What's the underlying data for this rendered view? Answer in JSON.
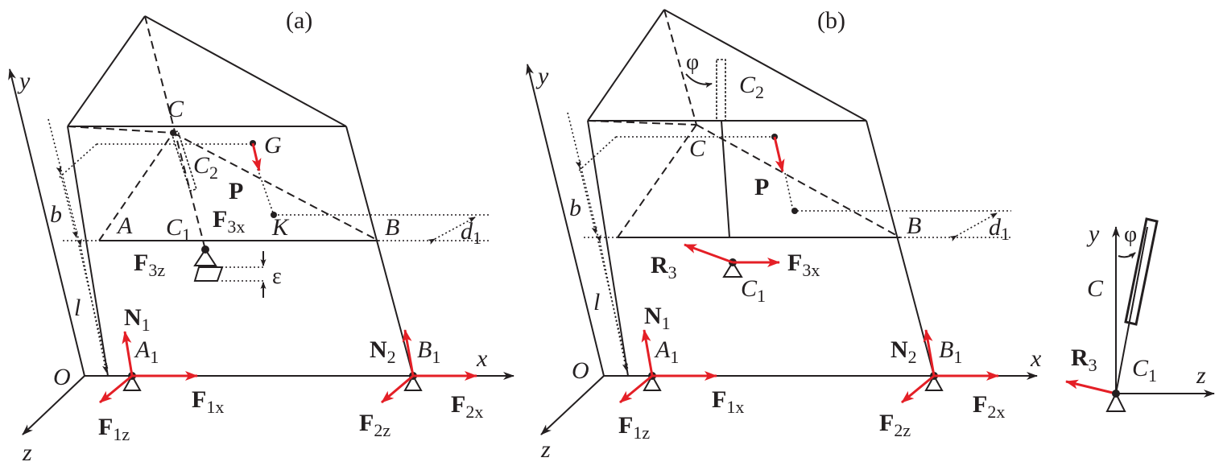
{
  "colors": {
    "force": "#e41f26",
    "ink": "#231f20",
    "background": "#ffffff"
  },
  "panel_a": {
    "label": "(a)",
    "axes": {
      "x": "x",
      "y": "y",
      "z": "z",
      "origin": "O"
    },
    "points": {
      "C": "C",
      "C2": "C",
      "C2_sub": "2",
      "G": "G",
      "A": "A",
      "C1": "C",
      "C1_sub": "1",
      "K": "K",
      "B": "B",
      "A1": "A",
      "A1_sub": "1",
      "B1": "B",
      "B1_sub": "1"
    },
    "dims": {
      "b": "b",
      "l": "l",
      "d1": "d",
      "d1_sub": "1",
      "eps": "ε"
    },
    "forces": {
      "P": "P",
      "F3x": "F",
      "F3x_sub": "3x",
      "F3z": "F",
      "F3z_sub": "3z",
      "N1": "N",
      "N1_sub": "1",
      "N2": "N",
      "N2_sub": "2",
      "F1x": "F",
      "F1x_sub": "1x",
      "F1z": "F",
      "F1z_sub": "1z",
      "F2x": "F",
      "F2x_sub": "2x",
      "F2z": "F",
      "F2z_sub": "2z"
    }
  },
  "panel_b": {
    "label": "(b)",
    "axes": {
      "x": "x",
      "y": "y",
      "z": "z",
      "origin": "O"
    },
    "points": {
      "phi": "φ",
      "C2": "C",
      "C2_sub": "2",
      "C": "C",
      "B": "B",
      "C1": "C",
      "C1_sub": "1",
      "A1": "A",
      "A1_sub": "1",
      "B1": "B",
      "B1_sub": "1"
    },
    "dims": {
      "b": "b",
      "l": "l",
      "d1": "d",
      "d1_sub": "1"
    },
    "forces": {
      "P": "P",
      "R3": "R",
      "R3_sub": "3",
      "F3x": "F",
      "F3x_sub": "3x",
      "N1": "N",
      "N1_sub": "1",
      "N2": "N",
      "N2_sub": "2",
      "F1x": "F",
      "F1x_sub": "1x",
      "F1z": "F",
      "F1z_sub": "1z",
      "F2x": "F",
      "F2x_sub": "2x",
      "F2z": "F",
      "F2z_sub": "2z"
    }
  },
  "side_view": {
    "axes": {
      "y": "y",
      "z": "z"
    },
    "phi": "φ",
    "C": "C",
    "C1": "C",
    "C1_sub": "1",
    "R3": "R",
    "R3_sub": "3"
  }
}
